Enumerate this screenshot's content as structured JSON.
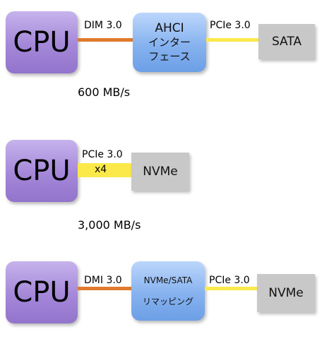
{
  "diagram1": {
    "cpu_label": "CPU",
    "link1_label": "DIM 3.0",
    "chip_title": "AHCI",
    "chip_line2": "インター",
    "chip_line3": "フェース",
    "link2_label": "PCIe 3.0",
    "device_label": "SATA",
    "speed": "600 MB/s"
  },
  "diagram2": {
    "cpu_label": "CPU",
    "link_label": "PCIe 3.0",
    "lane_label": "x4",
    "device_label": "NVMe",
    "speed": "3,000 MB/s"
  },
  "diagram3": {
    "cpu_label": "CPU",
    "link1_label": "DMI 3.0",
    "chip_title": "NVMe/SATA",
    "chip_line2": "リマッピング",
    "link2_label": "PCIe 3.0",
    "device_label": "NVMe"
  },
  "colors": {
    "dmi_link": "#e07a2e",
    "pcie_link": "#fbe94a",
    "cpu_fill": "#a487d8",
    "chip_fill": "#86b2ef",
    "device_fill": "#c8c8c8"
  }
}
